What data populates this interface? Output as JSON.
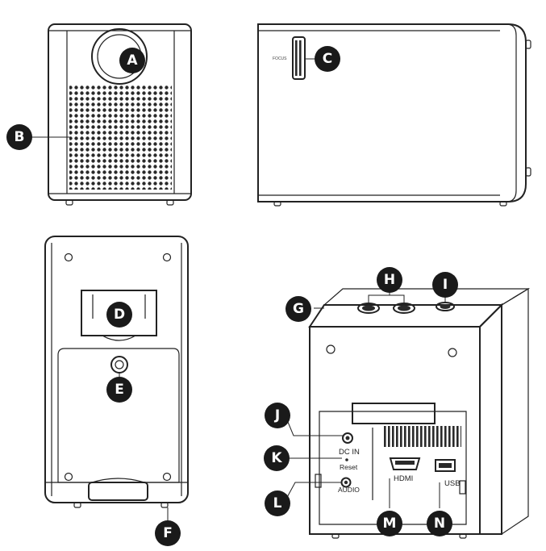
{
  "labels": {
    "focus": "FOCUS",
    "dc_in": "DC IN",
    "reset": "Reset",
    "audio": "AUDIO",
    "hdmi": "HDMI",
    "usb": "USB"
  },
  "markers": {
    "a": "A",
    "b": "B",
    "c": "C",
    "d": "D",
    "e": "E",
    "f": "F",
    "g": "G",
    "h": "H",
    "i": "I",
    "j": "J",
    "k": "K",
    "l": "L",
    "m": "M",
    "n": "N"
  }
}
